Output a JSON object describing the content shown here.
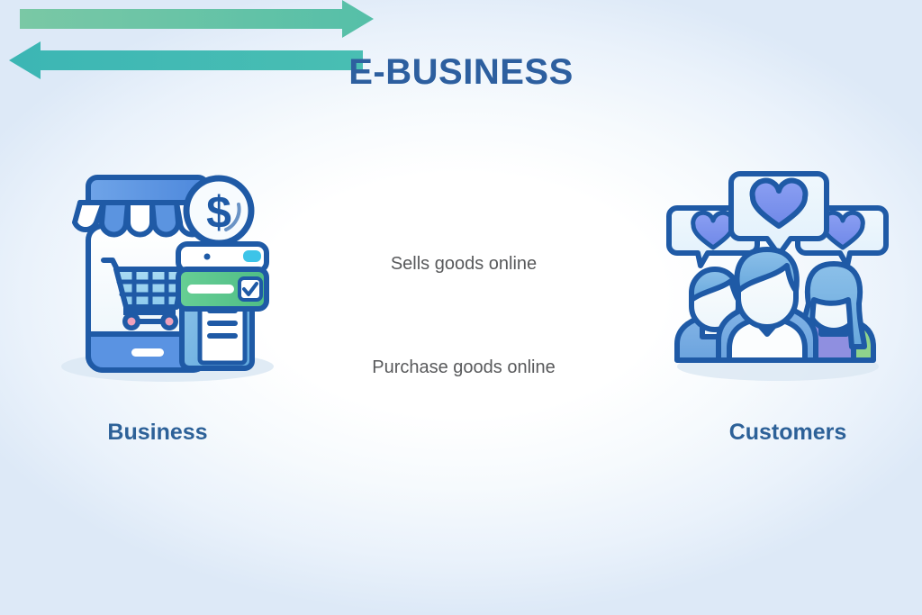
{
  "diagram": {
    "title": "E-BUSINESS",
    "background_color": "#ffffff",
    "background_edge_color": "#dde9f7",
    "title_color": "#2d5f9f"
  },
  "left_node": {
    "caption": "Business",
    "caption_color": "#2d6198",
    "icon_name": "online-store-phone-icon",
    "parts": [
      "shop-awning",
      "smartphone",
      "shopping-cart",
      "dollar-coin-badge",
      "pos-terminal",
      "payment-card",
      "receipt"
    ],
    "colors": {
      "outline": "#1f5aa6",
      "awning_stripe": "#5b94e0",
      "phone_screen": "#ffffff",
      "phone_body": "#5a93e2",
      "cart_basket": "#9fd3f0",
      "card_green": "#5ec98d",
      "wheel_center": "#eda0bb"
    }
  },
  "right_node": {
    "caption": "Customers",
    "caption_color": "#2d6198",
    "icon_name": "customers-group-icon",
    "parts": [
      "speech-bubble-left",
      "speech-bubble-center",
      "speech-bubble-right",
      "heart-left",
      "heart-center",
      "heart-right",
      "person-left",
      "person-center",
      "person-right"
    ],
    "colors": {
      "outline": "#1f5aa6",
      "bubble_fill": "#e8f4fc",
      "heart_fill": "#7b94ee",
      "hair_blue": "#74aee0",
      "shirt_blue": "#77abe2",
      "shirt_purple": "#8f8fe0",
      "accent_green": "#8fd38c"
    }
  },
  "flows": [
    {
      "id": "sells",
      "label": "Sells goods online",
      "direction": "right",
      "color_start": "#74c5a1",
      "color_end": "#56bfa6",
      "label_color": "#58595b"
    },
    {
      "id": "purchase",
      "label": "Purchase goods online",
      "direction": "left",
      "color_start": "#3fb7b5",
      "color_end": "#45bdb4",
      "label_color": "#58595b"
    }
  ]
}
